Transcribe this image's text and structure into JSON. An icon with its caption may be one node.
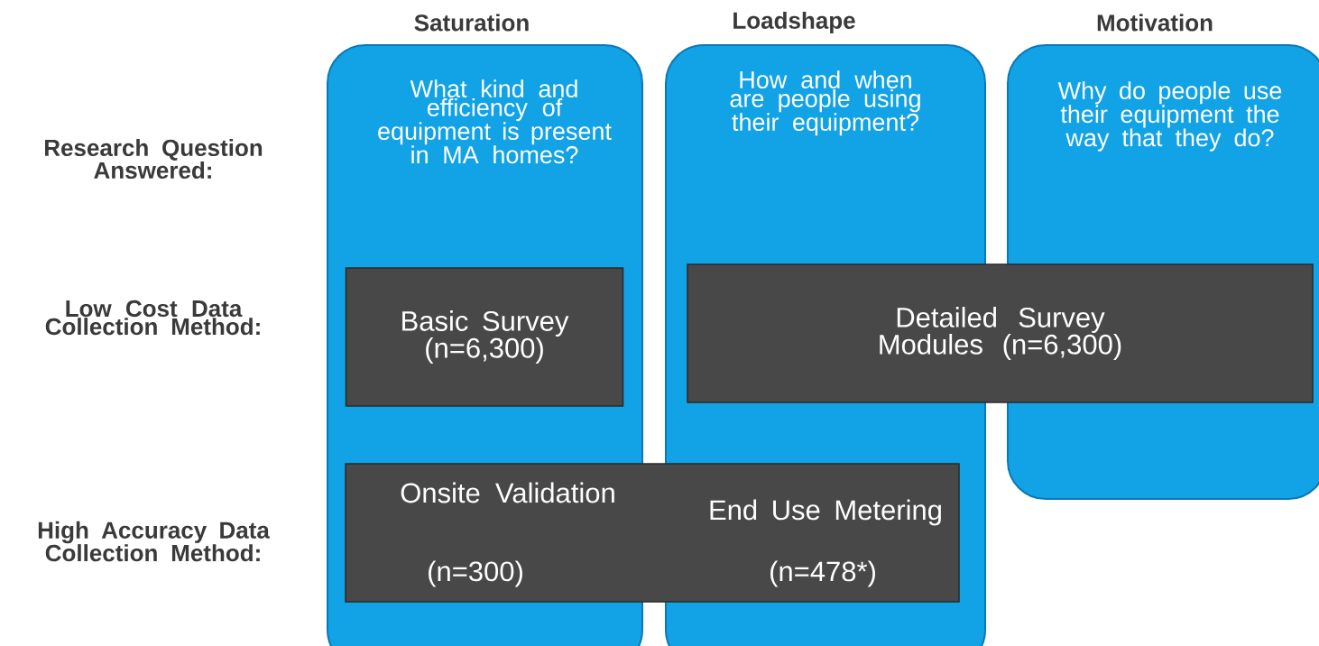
{
  "diagram": {
    "nodes": [
      {
        "text": [
          "Saturation",
          "What kind and efficiency of equipment is present in MA homes?"
        ]
      },
      {
        "text": [
          "Loadshape",
          "How and when are people using their equipment?"
        ]
      },
      {
        "text": [
          "Motivation",
          "Why do people use their equipment the way that they do?"
        ]
      },
      {
        "text": [
          "Basic Survey (n=6,300)"
        ],
        "in": 0
      },
      {
        "text": [
          "Detailed Survey Modules (n=6,300)"
        ]
      },
      {
        "text": [
          "Onsite Validation",
          "(n=300)",
          "End Use Metering",
          "(n=478*)"
        ]
      }
    ],
    "labels": [
      "Research Question Answered:",
      "Low Cost Data Collection Method:",
      "High Accuracy Data Collection Method:"
    ]
  }
}
